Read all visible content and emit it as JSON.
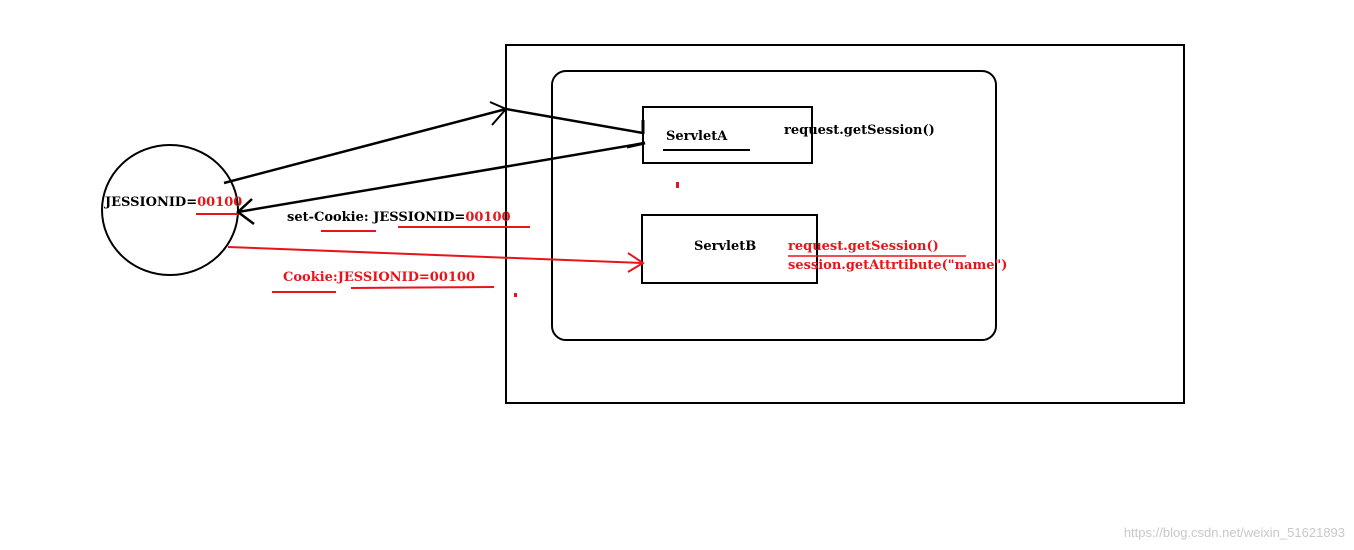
{
  "colors": {
    "ink": "#000000",
    "highlight": "#e8141b",
    "watermark": "#c8c8c8"
  },
  "client": {
    "label_prefix": "JESSIONID=",
    "label_value": "00100"
  },
  "servlet_a": {
    "name": "ServletA",
    "note": "request.getSession()"
  },
  "servlet_b": {
    "name": "ServletB",
    "note_line1": "request.getSession()",
    "note_line2": "session.getAttrtibute(\"name\")"
  },
  "response": {
    "label_prefix": "set-Cookie: JESSIONID=",
    "label_value": "00100"
  },
  "request": {
    "label": "Cookie:JESSIONID=00100"
  },
  "watermark": "https://blog.csdn.net/weixin_51621893"
}
